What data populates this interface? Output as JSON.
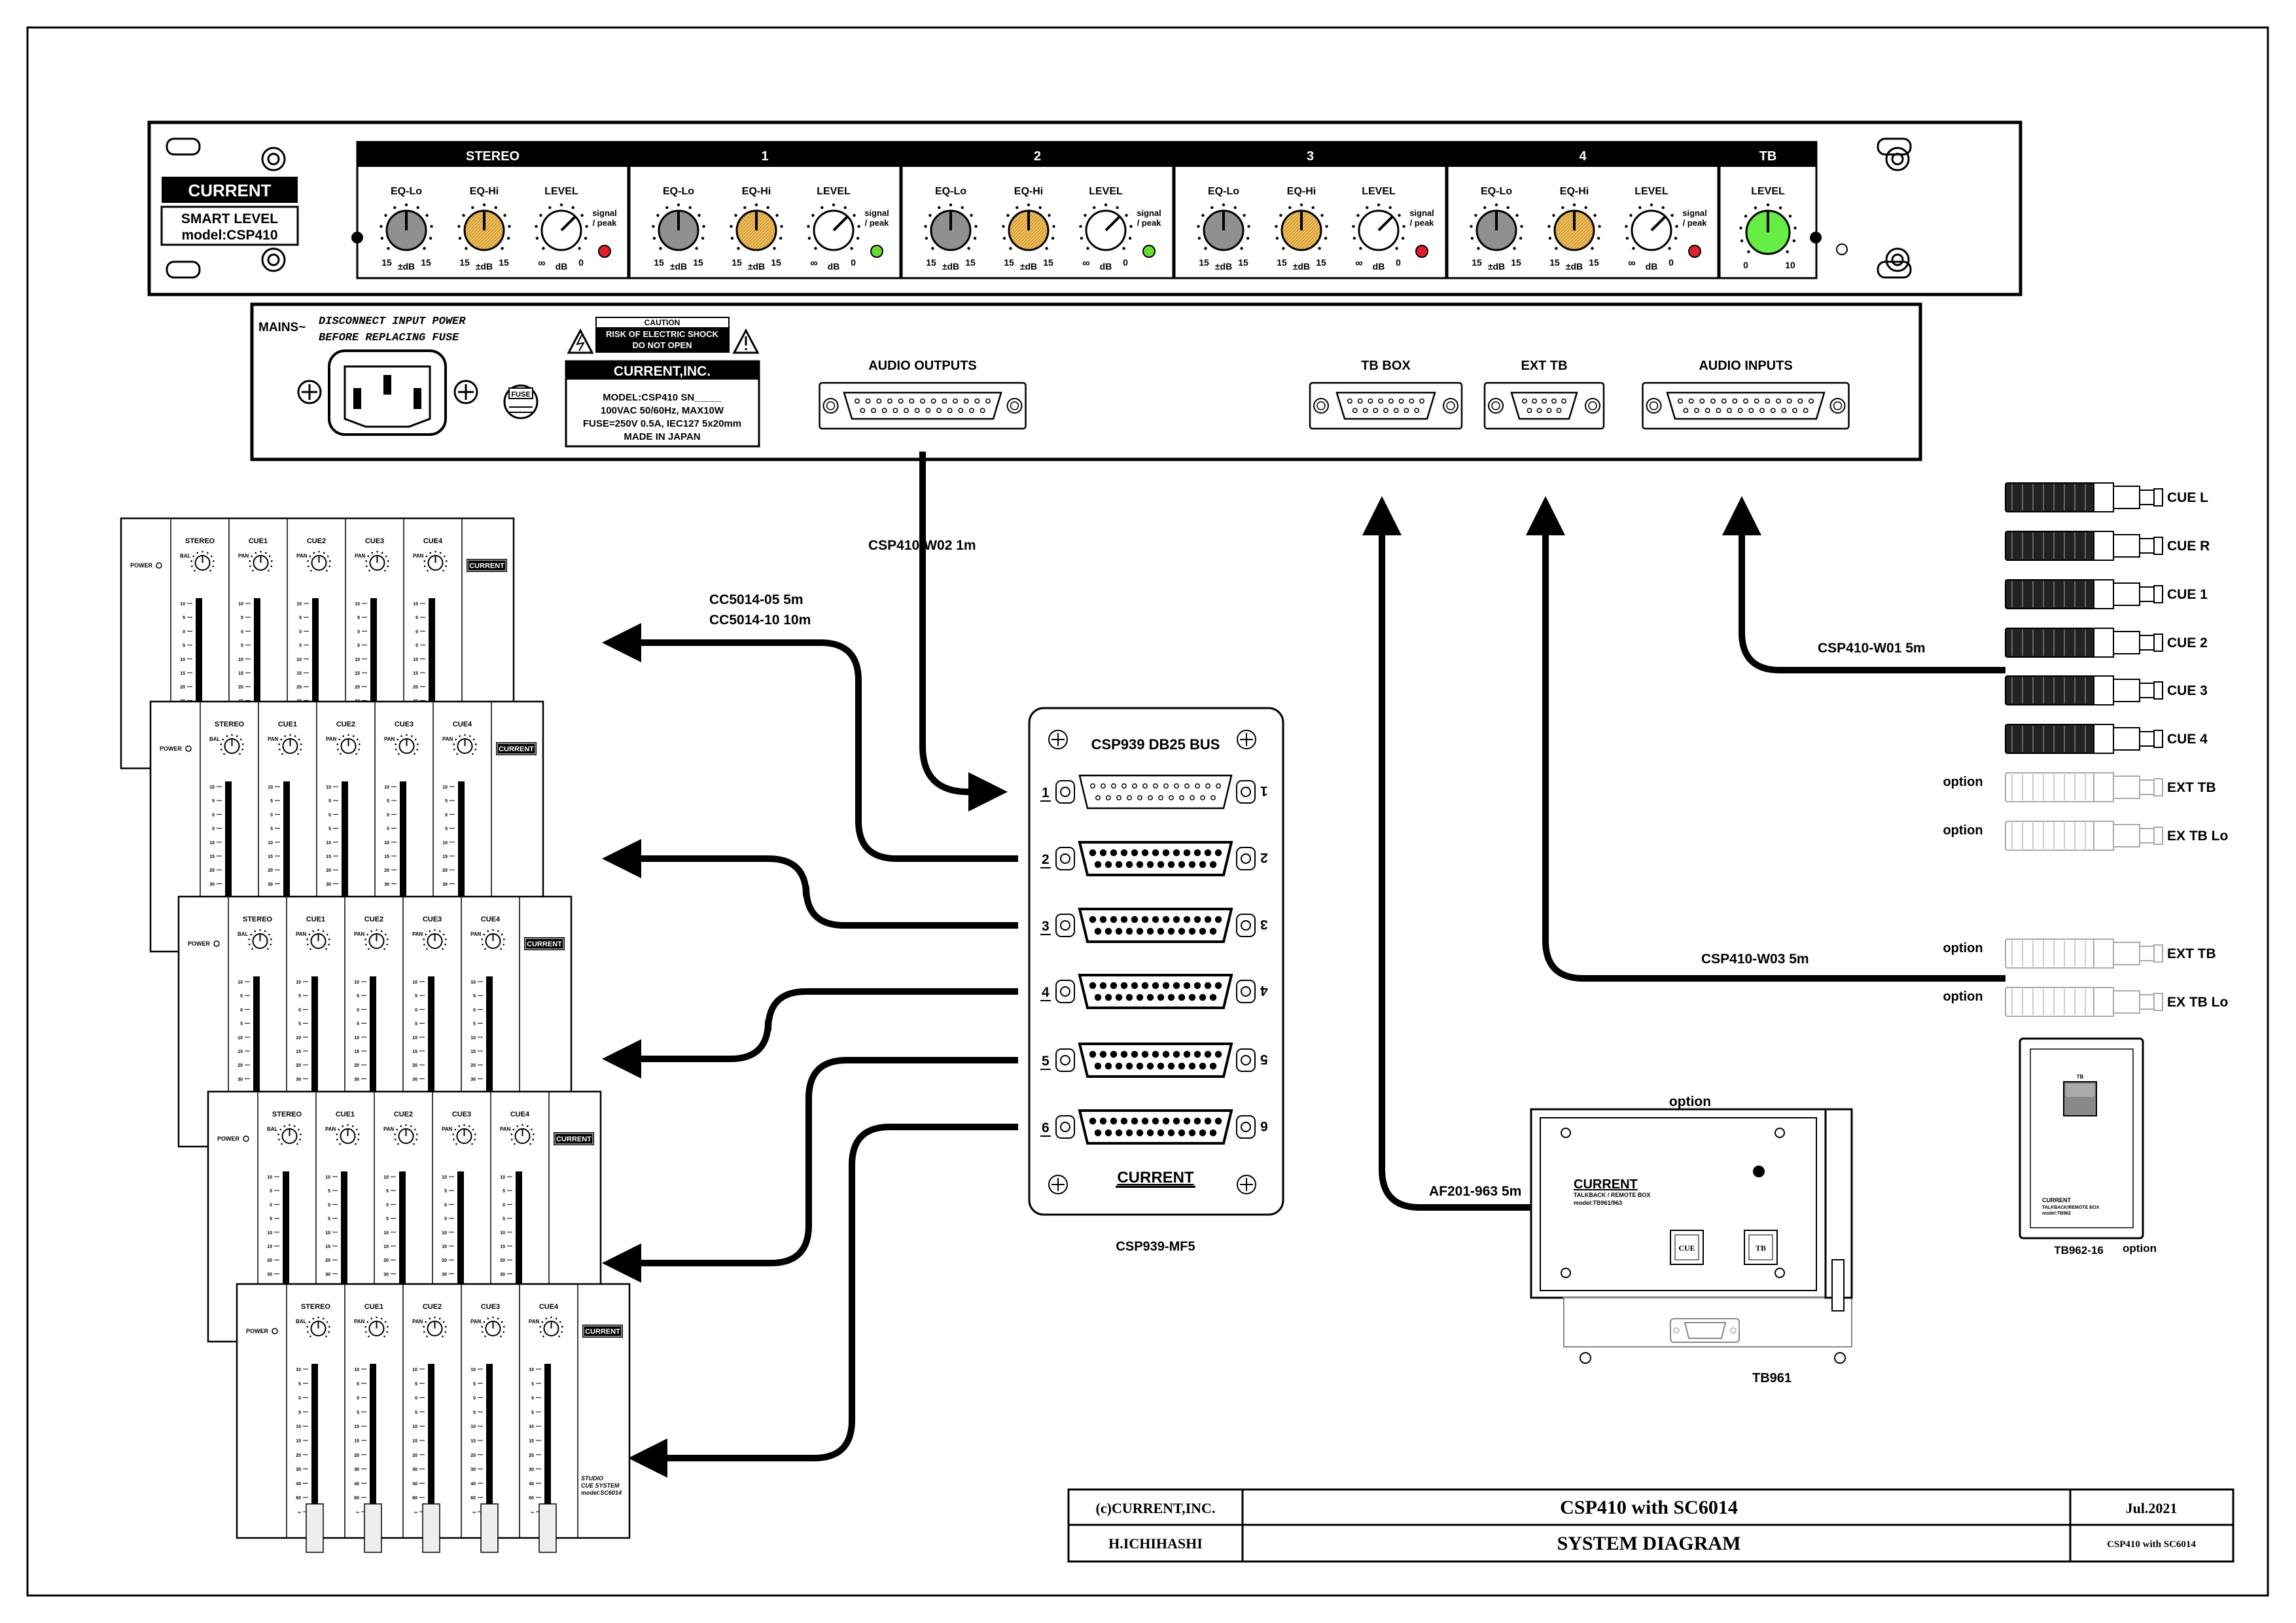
{
  "rack": {
    "brand": "CURRENT",
    "model_line1": "SMART LEVEL",
    "model_line2": "model:CSP410",
    "sections": [
      {
        "label": "STEREO",
        "type": "channel"
      },
      {
        "label": "1",
        "type": "channel"
      },
      {
        "label": "2",
        "type": "channel"
      },
      {
        "label": "3",
        "type": "channel"
      },
      {
        "label": "4",
        "type": "channel"
      },
      {
        "label": "TB",
        "type": "tb"
      }
    ],
    "knob_labels": {
      "eqlo": "EQ-Lo",
      "eqhi": "EQ-Hi",
      "level": "LEVEL",
      "signal": "signal",
      "peak": "/ peak"
    },
    "scale": {
      "min": "15",
      "mid": "±dB",
      "max": "15",
      "inf": "∞",
      "db": "dB",
      "zero": "0",
      "tb_min": "0",
      "tb_max": "10"
    },
    "led_colors": [
      "#e0202a",
      "#66dd33",
      "#66dd33",
      "#e0202a",
      "#e0202a"
    ],
    "colors": {
      "eqlo": "#909090",
      "eqhi": "#f1bf5a",
      "tb_knob": "#66ee44"
    }
  },
  "rear": {
    "mains": "MAINS~",
    "warning1": "DISCONNECT INPUT POWER",
    "warning2": "BEFORE REPLACING FUSE",
    "caution": "CAUTION",
    "caution2": "RISK OF ELECTRIC SHOCK",
    "caution3": "DO NOT OPEN",
    "company": "CURRENT,INC.",
    "spec1": "MODEL:CSP410 SN_____",
    "spec2": "100VAC 50/60Hz, MAX10W",
    "spec3": "FUSE=250V 0.5A, IEC127 5x20mm",
    "spec4": "MADE IN JAPAN",
    "fuse": "FUSE",
    "audio_outputs": "AUDIO OUTPUTS",
    "tb_box": "TB BOX",
    "ext_tb": "EXT TB",
    "audio_inputs": "AUDIO INPUTS"
  },
  "bus": {
    "title": "CSP939 DB25 BUS",
    "ports": [
      "1",
      "2",
      "3",
      "4",
      "5",
      "6"
    ],
    "brand": "CURRENT",
    "model": "CSP939-MF5"
  },
  "cables": {
    "w02": "CSP410-W02 1m",
    "cc1": "CC5014-05 5m",
    "cc2": "CC5014-10 10m",
    "w01": "CSP410-W01 5m",
    "w03": "CSP410-W03 5m",
    "af": "AF201-963 5m"
  },
  "xlr": {
    "labels": [
      "CUE L",
      "CUE R",
      "CUE 1",
      "CUE 2",
      "CUE 3",
      "CUE 4",
      "EXT TB",
      "EX TB Lo"
    ],
    "options": [
      "",
      "",
      "",
      "",
      "",
      "",
      "option",
      "option"
    ],
    "lower_labels": [
      "EXT TB",
      "EX TB Lo"
    ],
    "lower_options": [
      "option",
      "option"
    ]
  },
  "tb961": {
    "option": "option",
    "brand": "CURRENT",
    "sub1": "TALKBACK / REMOTE BOX",
    "sub2": "model:TB961/963",
    "btn_cue": "CUE",
    "btn_tb": "TB",
    "model": "TB961"
  },
  "tb962": {
    "tb": "TB",
    "brand": "CURRENT",
    "sub1": "TALKBACK/REMOTE BOX",
    "sub2": "model:TB962",
    "model": "TB962-16",
    "option": "option"
  },
  "mixer": {
    "power": "POWER",
    "channels": [
      "STEREO",
      "CUE1",
      "CUE2",
      "CUE3",
      "CUE4"
    ],
    "pan_first": "BAL",
    "pan": "PAN",
    "brand": "CURRENT",
    "scale": [
      "10",
      "5",
      "0",
      "5",
      "10",
      "15",
      "20",
      "30",
      "40",
      "60",
      "∞"
    ],
    "footer1": "STUDIO",
    "footer2": "CUE SYSTEM",
    "footer3": "model:SC6014"
  },
  "titleblock": {
    "copyright": "(c)CURRENT,INC.",
    "title": "CSP410 with SC6014",
    "date": "Jul.2021",
    "author": "H.ICHIHASHI",
    "subtitle": "SYSTEM DIAGRAM",
    "code": "CSP410 with SC6014"
  }
}
